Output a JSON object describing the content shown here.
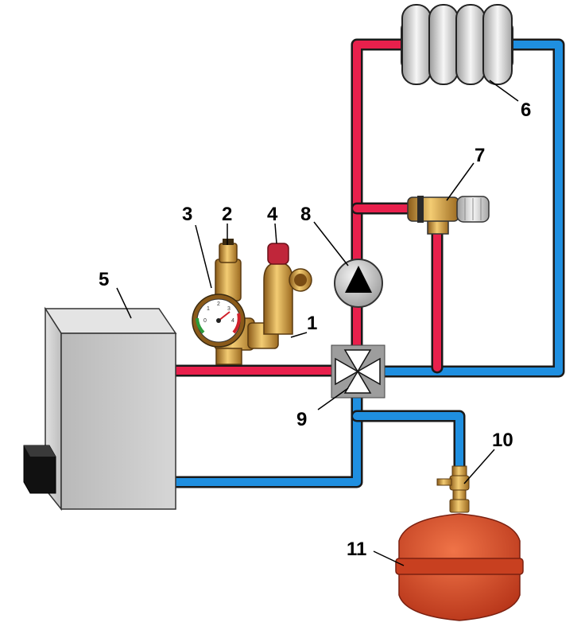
{
  "labels": {
    "l1": "1",
    "l2": "2",
    "l3": "3",
    "l4": "4",
    "l5": "5",
    "l6": "6",
    "l7": "7",
    "l8": "8",
    "l9": "9",
    "l10": "10",
    "l11": "11"
  },
  "gauge_numbers": [
    "0",
    "1",
    "2",
    "3",
    "4"
  ],
  "colors": {
    "supply_pipe": "#e8204c",
    "return_pipe": "#1f8fe0",
    "pipe_outline": "#222222",
    "boiler": "#c8c8c8",
    "expansion_tank": "#d94a22",
    "brass": "#d4a040"
  }
}
